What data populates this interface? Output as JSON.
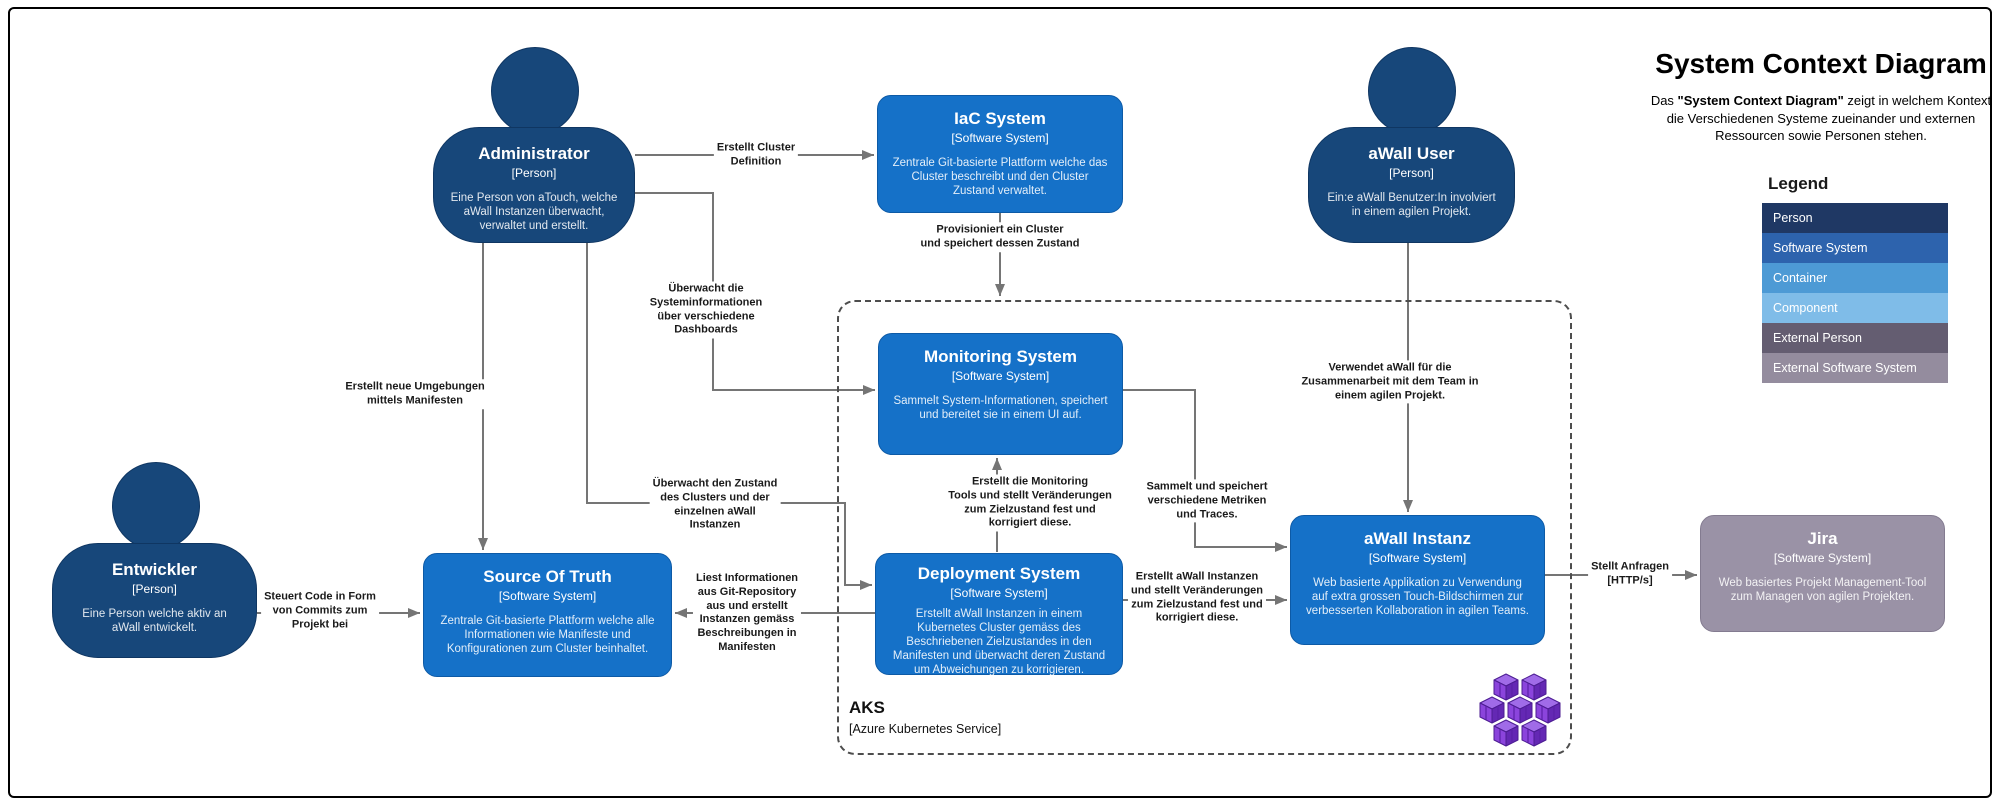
{
  "header": {
    "title": "System Context Diagram",
    "description": {
      "pre": "Das ",
      "bold": "\"System Context Diagram\"",
      "post": " zeigt in welchem Kontext die Verschiedenen Systeme zueinander und externen Ressourcen sowie Personen stehen."
    }
  },
  "legend": {
    "heading": "Legend",
    "items": [
      {
        "label": "Person",
        "color": "#1f3864"
      },
      {
        "label": "Software System",
        "color": "#2d63ad"
      },
      {
        "label": "Container",
        "color": "#4d9ad5"
      },
      {
        "label": "Component",
        "color": "#7fbce8"
      },
      {
        "label": "External Person",
        "color": "#645d71"
      },
      {
        "label": "External Software System",
        "color": "#948c9e"
      }
    ]
  },
  "nodes": {
    "administrator": {
      "title": "Administrator",
      "type": "[Person]",
      "desc": "Eine Person von aTouch, welche aWall Instanzen überwacht, verwaltet und erstellt."
    },
    "entwickler": {
      "title": "Entwickler",
      "type": "[Person]",
      "desc": "Eine Person welche aktiv an aWall entwickelt."
    },
    "awall_user": {
      "title": "aWall User",
      "type": "[Person]",
      "desc": "Ein:e aWall Benutzer:In involviert in einem agilen Projekt."
    },
    "iac": {
      "title": "IaC System",
      "type": "[Software System]",
      "desc": "Zentrale Git-basierte Plattform welche das Cluster beschreibt und den Cluster Zustand verwaltet."
    },
    "monitoring": {
      "title": "Monitoring System",
      "type": "[Software System]",
      "desc": "Sammelt System-Informationen, speichert und bereitet sie in einem UI auf."
    },
    "deployment": {
      "title": "Deployment System",
      "type": "[Software System]",
      "desc": "Erstellt aWall Instanzen in einem Kubernetes Cluster gemäss des Beschriebenen Zielzustandes in den Manifesten und überwacht deren Zustand um Abweichungen zu korrigieren."
    },
    "source_of_truth": {
      "title": "Source Of Truth",
      "type": "[Software System]",
      "desc": "Zentrale Git-basierte Plattform welche alle Informationen wie Manifeste und Konfigurationen zum Cluster beinhaltet."
    },
    "awall_instanz": {
      "title": "aWall Instanz",
      "type": "[Software System]",
      "desc": "Web basierte Applikation zu Verwendung auf extra grossen Touch-Bildschirmen zur verbesserten Kollaboration in agilen Teams."
    },
    "jira": {
      "title": "Jira",
      "type": "[Software System]",
      "desc": "Web basiertes Projekt Management-Tool zum Managen von agilen Projekten."
    }
  },
  "boundary": {
    "title": "AKS",
    "subtitle": "[Azure Kubernetes Service]"
  },
  "edges": {
    "erstellt_cluster_definition": "Erstellt Cluster\nDefinition",
    "provisioniert_cluster": "Provisioniert ein Cluster\nund speichert dessen Zustand",
    "ueberwacht_sysinfo": "Überwacht die\nSysteminformationen\nüber verschiedene\nDashboards",
    "erstellt_umgebungen": "Erstellt neue Umgebungen\nmittels Manifesten",
    "ueberwacht_zustand": "Überwacht den Zustand\ndes Clusters und der\neinzelnen aWall\nInstanzen",
    "steuert_code": "Steuert Code in Form\nvon Commits zum\nProjekt bei",
    "liest_informationen": "Liest Informationen\naus Git-Repository\naus und erstellt\nInstanzen gemäss\nBeschreibungen in\nManifesten",
    "erstellt_monitoring": "Erstellt die Monitoring\nTools und stellt Veränderungen\nzum Zielzustand fest und\nkorrigiert diese.",
    "sammelt_metriken": "Sammelt und speichert\nverschiedene Metriken\nund Traces.",
    "erstellt_awall_instanzen": "Erstellt aWall Instanzen\nund stellt Veränderungen\nzum Zielzustand fest und\nkorrigiert diese.",
    "verwendet_awall": "Verwendet aWall für die\nZusammenarbeit mit dem Team in\neinem agilen Projekt.",
    "stellt_anfragen": "Stellt Anfragen\n[HTTP/s]"
  },
  "colors": {
    "person": "#17477a",
    "software_system": "#1571c8",
    "external_system": "#9a92a6",
    "connector": "#757575",
    "kubernetes_icon_purple": "#8b44dc"
  },
  "icons": {
    "aks_icon": "kubernetes-cubes-icon"
  }
}
